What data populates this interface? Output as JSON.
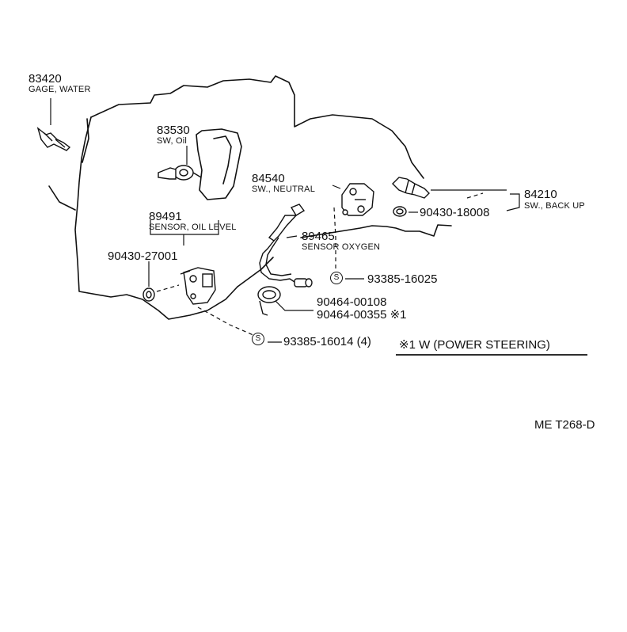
{
  "parts": {
    "p83420": {
      "number": "83420",
      "name": "GAGE, WATER"
    },
    "p83530": {
      "number": "83530",
      "name": "SW, Oil"
    },
    "p84540": {
      "number": "84540",
      "name": "SW., NEUTRAL"
    },
    "p84210": {
      "number": "84210",
      "name": "SW., BACK UP"
    },
    "p89491": {
      "number": "89491",
      "name": "SENSOR, OIL LEVEL"
    },
    "p89465": {
      "number": "89465",
      "name": "SENSOR OXYGEN"
    },
    "g90430_18008": {
      "number": "90430-18008"
    },
    "g90430_27001": {
      "number": "90430-27001"
    },
    "s93385_16025": {
      "number": "93385-16025",
      "symbol": "S"
    },
    "s93385_16014": {
      "number": "93385-16014 (4)",
      "symbol": "S"
    },
    "c90464_00108": {
      "number": "90464-00108"
    },
    "c90464_00355": {
      "number": "90464-00355 ※1"
    }
  },
  "note": {
    "text": "※1 W (POWER STEERING)"
  },
  "diagram_code": {
    "text": "ME  T268-D"
  }
}
